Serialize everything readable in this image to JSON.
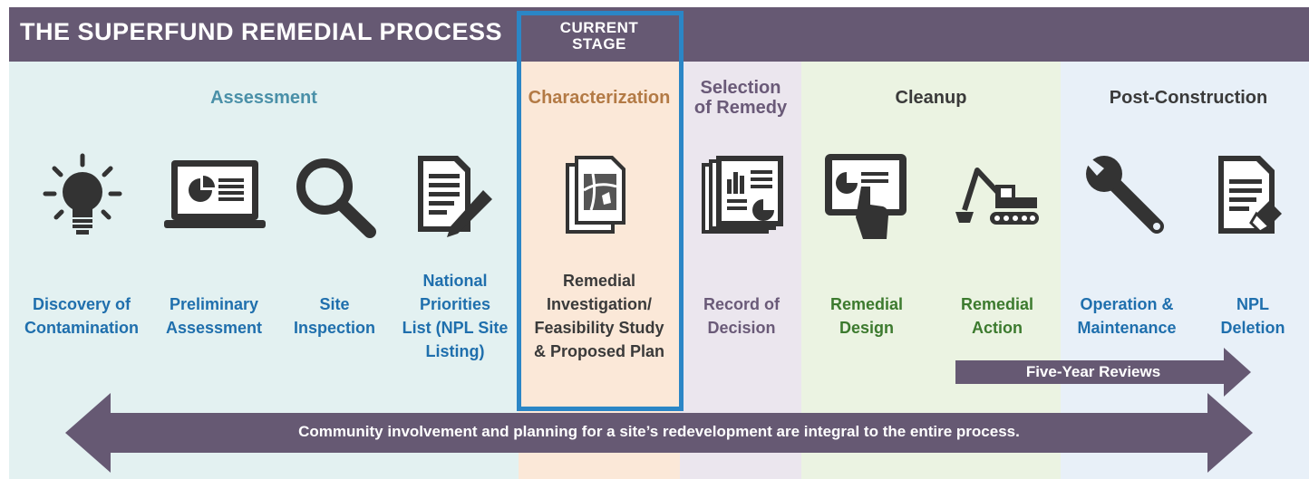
{
  "title": "THE SUPERFUND REMEDIAL  PROCESS",
  "current_stage": [
    "CURRENT",
    "STAGE"
  ],
  "phases": {
    "assessment": "Assessment",
    "characterization": "Characterization",
    "selection": [
      "Selection",
      "of Remedy"
    ],
    "cleanup": "Cleanup",
    "post": "Post-Construction"
  },
  "steps": {
    "discovery": [
      "Discovery of",
      "Contamination"
    ],
    "preliminary": [
      "Preliminary",
      "Assessment"
    ],
    "inspection": [
      "Site",
      "Inspection"
    ],
    "npl_listing": [
      "National",
      "Priorities",
      "List (NPL Site",
      "Listing)"
    ],
    "ri_fs": [
      "Remedial",
      "Investigation/",
      "Feasibility Study",
      "& Proposed Plan"
    ],
    "rod": [
      "Record of",
      "Decision"
    ],
    "design": [
      "Remedial",
      "Design"
    ],
    "action": [
      "Remedial",
      "Action"
    ],
    "om": [
      "Operation &",
      "Maintenance"
    ],
    "deletion": [
      "NPL",
      "Deletion"
    ]
  },
  "five_year": "Five-Year Reviews",
  "community": "Community involvement and planning for a site’s redevelopment are integral to the entire process.",
  "icons": {
    "discovery": "lightbulb-icon",
    "preliminary": "laptop-icon",
    "inspection": "magnifier-icon",
    "npl_listing": "document-pen-icon",
    "ri_fs": "map-documents-icon",
    "rod": "report-icon",
    "design": "tablet-hand-icon",
    "action": "excavator-icon",
    "om": "wrench-icon",
    "deletion": "document-eraser-icon"
  },
  "colors": {
    "header": "#665973",
    "highlight": "#2b86c6",
    "assessment_text": "#4a90a8",
    "characterization_text": "#b37a45",
    "step_blue": "#1f6fad",
    "step_green": "#3c7a2e",
    "arrow": "#665973"
  }
}
